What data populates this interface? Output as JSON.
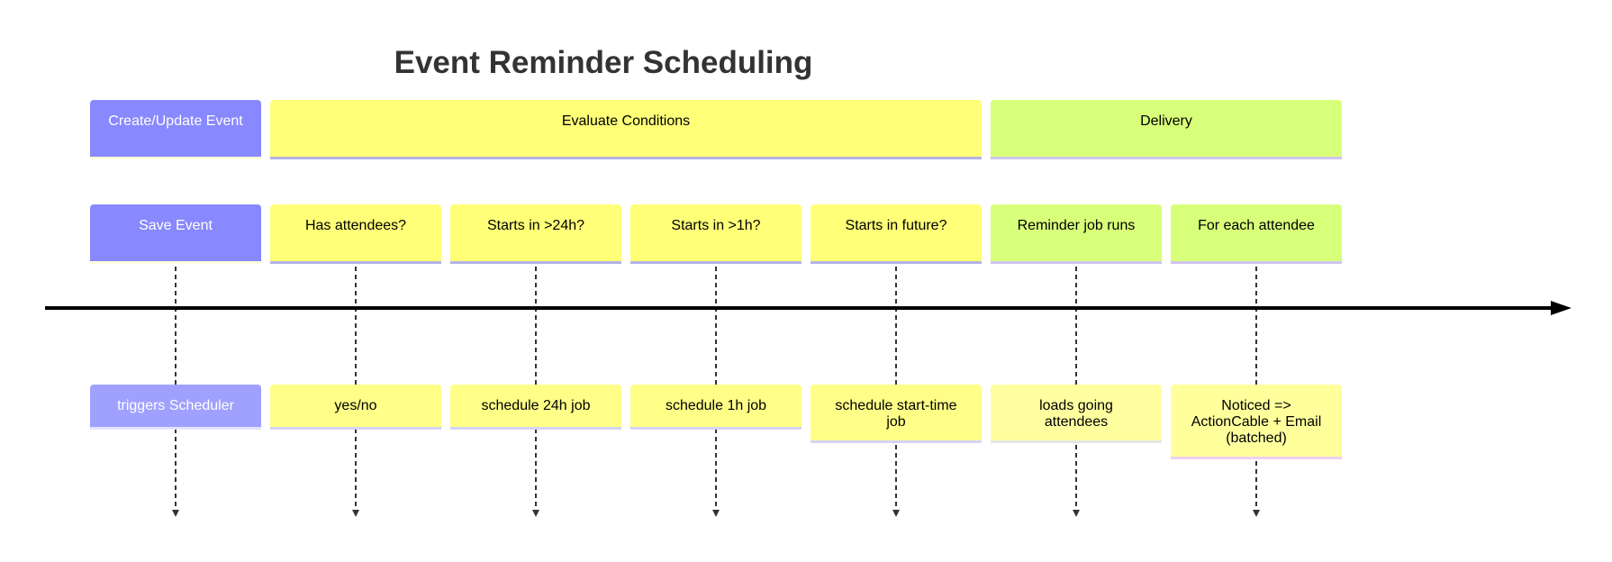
{
  "title": "Event Reminder Scheduling",
  "sections": [
    {
      "label": "Create/Update Event"
    },
    {
      "label": "Evaluate Conditions"
    },
    {
      "label": "Delivery"
    }
  ],
  "tasks": [
    {
      "label": "Save Event"
    },
    {
      "label": "Has attendees?"
    },
    {
      "label": "Starts in >24h?"
    },
    {
      "label": "Starts in >1h?"
    },
    {
      "label": "Starts in future?"
    },
    {
      "label": "Reminder job runs"
    },
    {
      "label": "For each attendee"
    }
  ],
  "notes": [
    {
      "label": "triggers Scheduler"
    },
    {
      "label": "yes/no"
    },
    {
      "label": "schedule 24h job"
    },
    {
      "label": "schedule 1h job"
    },
    {
      "label": "schedule start-time job"
    },
    {
      "label": "loads going attendees"
    },
    {
      "label": "Noticed => ActionCable + Email (batched)"
    }
  ],
  "colors": {
    "section_purple": "#8888ff",
    "section_yellow": "#ffff78",
    "section_green": "#d8ff7a",
    "timeline": "#000000",
    "connector": "#333333"
  }
}
